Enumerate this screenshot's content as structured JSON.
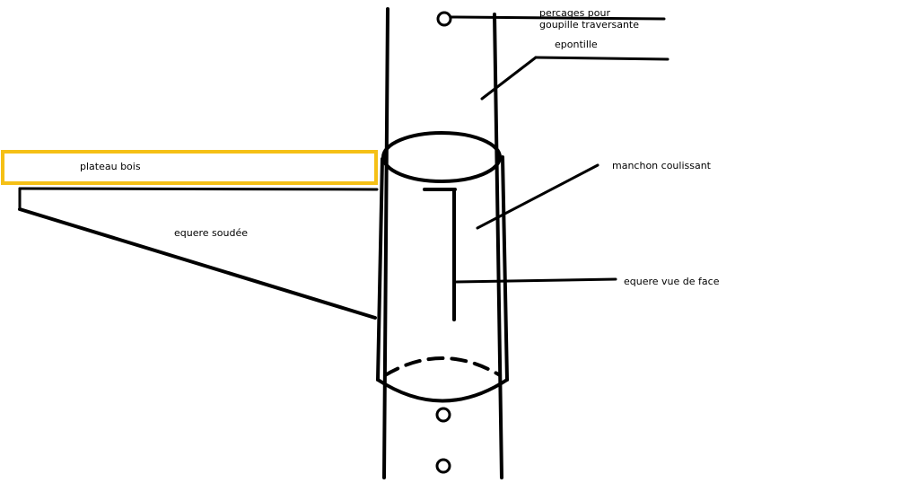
{
  "labels": {
    "percages_line1": "percages pour",
    "percages_line2": "goupille traversante",
    "epontille": "epontille",
    "plateau_bois": "plateau bois",
    "manchon_coulissant": "manchon coulissant",
    "equere_soudee": "equere soudée",
    "equere_vue_de_face": "equere vue de face"
  },
  "colors": {
    "stroke": "#000000",
    "wood_outline": "#f5c016",
    "background": "#ffffff"
  }
}
